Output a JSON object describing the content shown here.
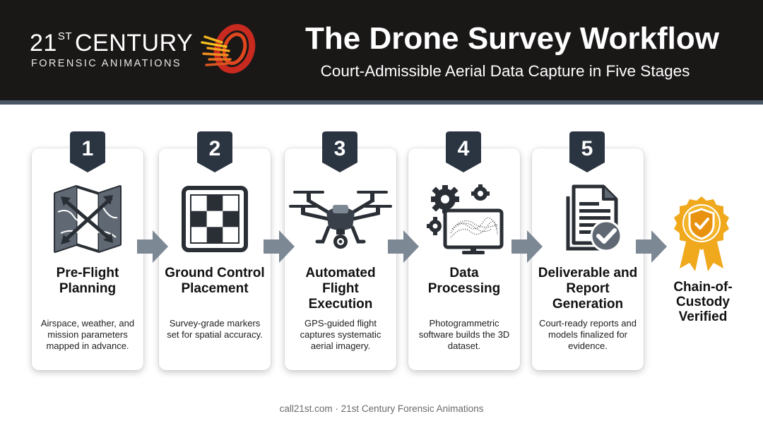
{
  "header": {
    "logo_main": "21",
    "logo_sup": "ST",
    "logo_word": "CENTURY",
    "logo_sub": "FORENSIC ANIMATIONS",
    "title": "The Drone Survey Workflow",
    "subtitle": "Court-Admissible Aerial Data Capture in Five Stages"
  },
  "stages": [
    {
      "number": "1",
      "title": "Pre-Flight Planning",
      "description": "Airspace, weather, and mission parameters mapped in advance.",
      "icon": "map-icon"
    },
    {
      "number": "2",
      "title": "Ground Control Placement",
      "description": "Survey-grade markers set for spatial accuracy.",
      "icon": "checkerboard-marker-icon"
    },
    {
      "number": "3",
      "title": "Automated Flight Execution",
      "description": "GPS-guided flight captures systematic aerial imagery.",
      "icon": "drone-icon"
    },
    {
      "number": "4",
      "title": "Data Processing",
      "description": "Photogrammetric software builds the 3D dataset.",
      "icon": "monitor-gears-icon"
    },
    {
      "number": "5",
      "title": "Deliverable and Report Generation",
      "description": "Court-ready reports and models finalized for evidence.",
      "icon": "report-check-icon"
    }
  ],
  "outcome": {
    "label": "Chain-of-Custody Verified",
    "icon": "shield-ribbon-badge-icon"
  },
  "footer": {
    "text": "call21st.com · 21st Century Forensic Animations"
  },
  "colors": {
    "header_bg": "#1a1717",
    "badge": "#2b3542",
    "arrow": "#7d8895",
    "icon": "#2a2f36",
    "gold": "#f0a81c"
  }
}
